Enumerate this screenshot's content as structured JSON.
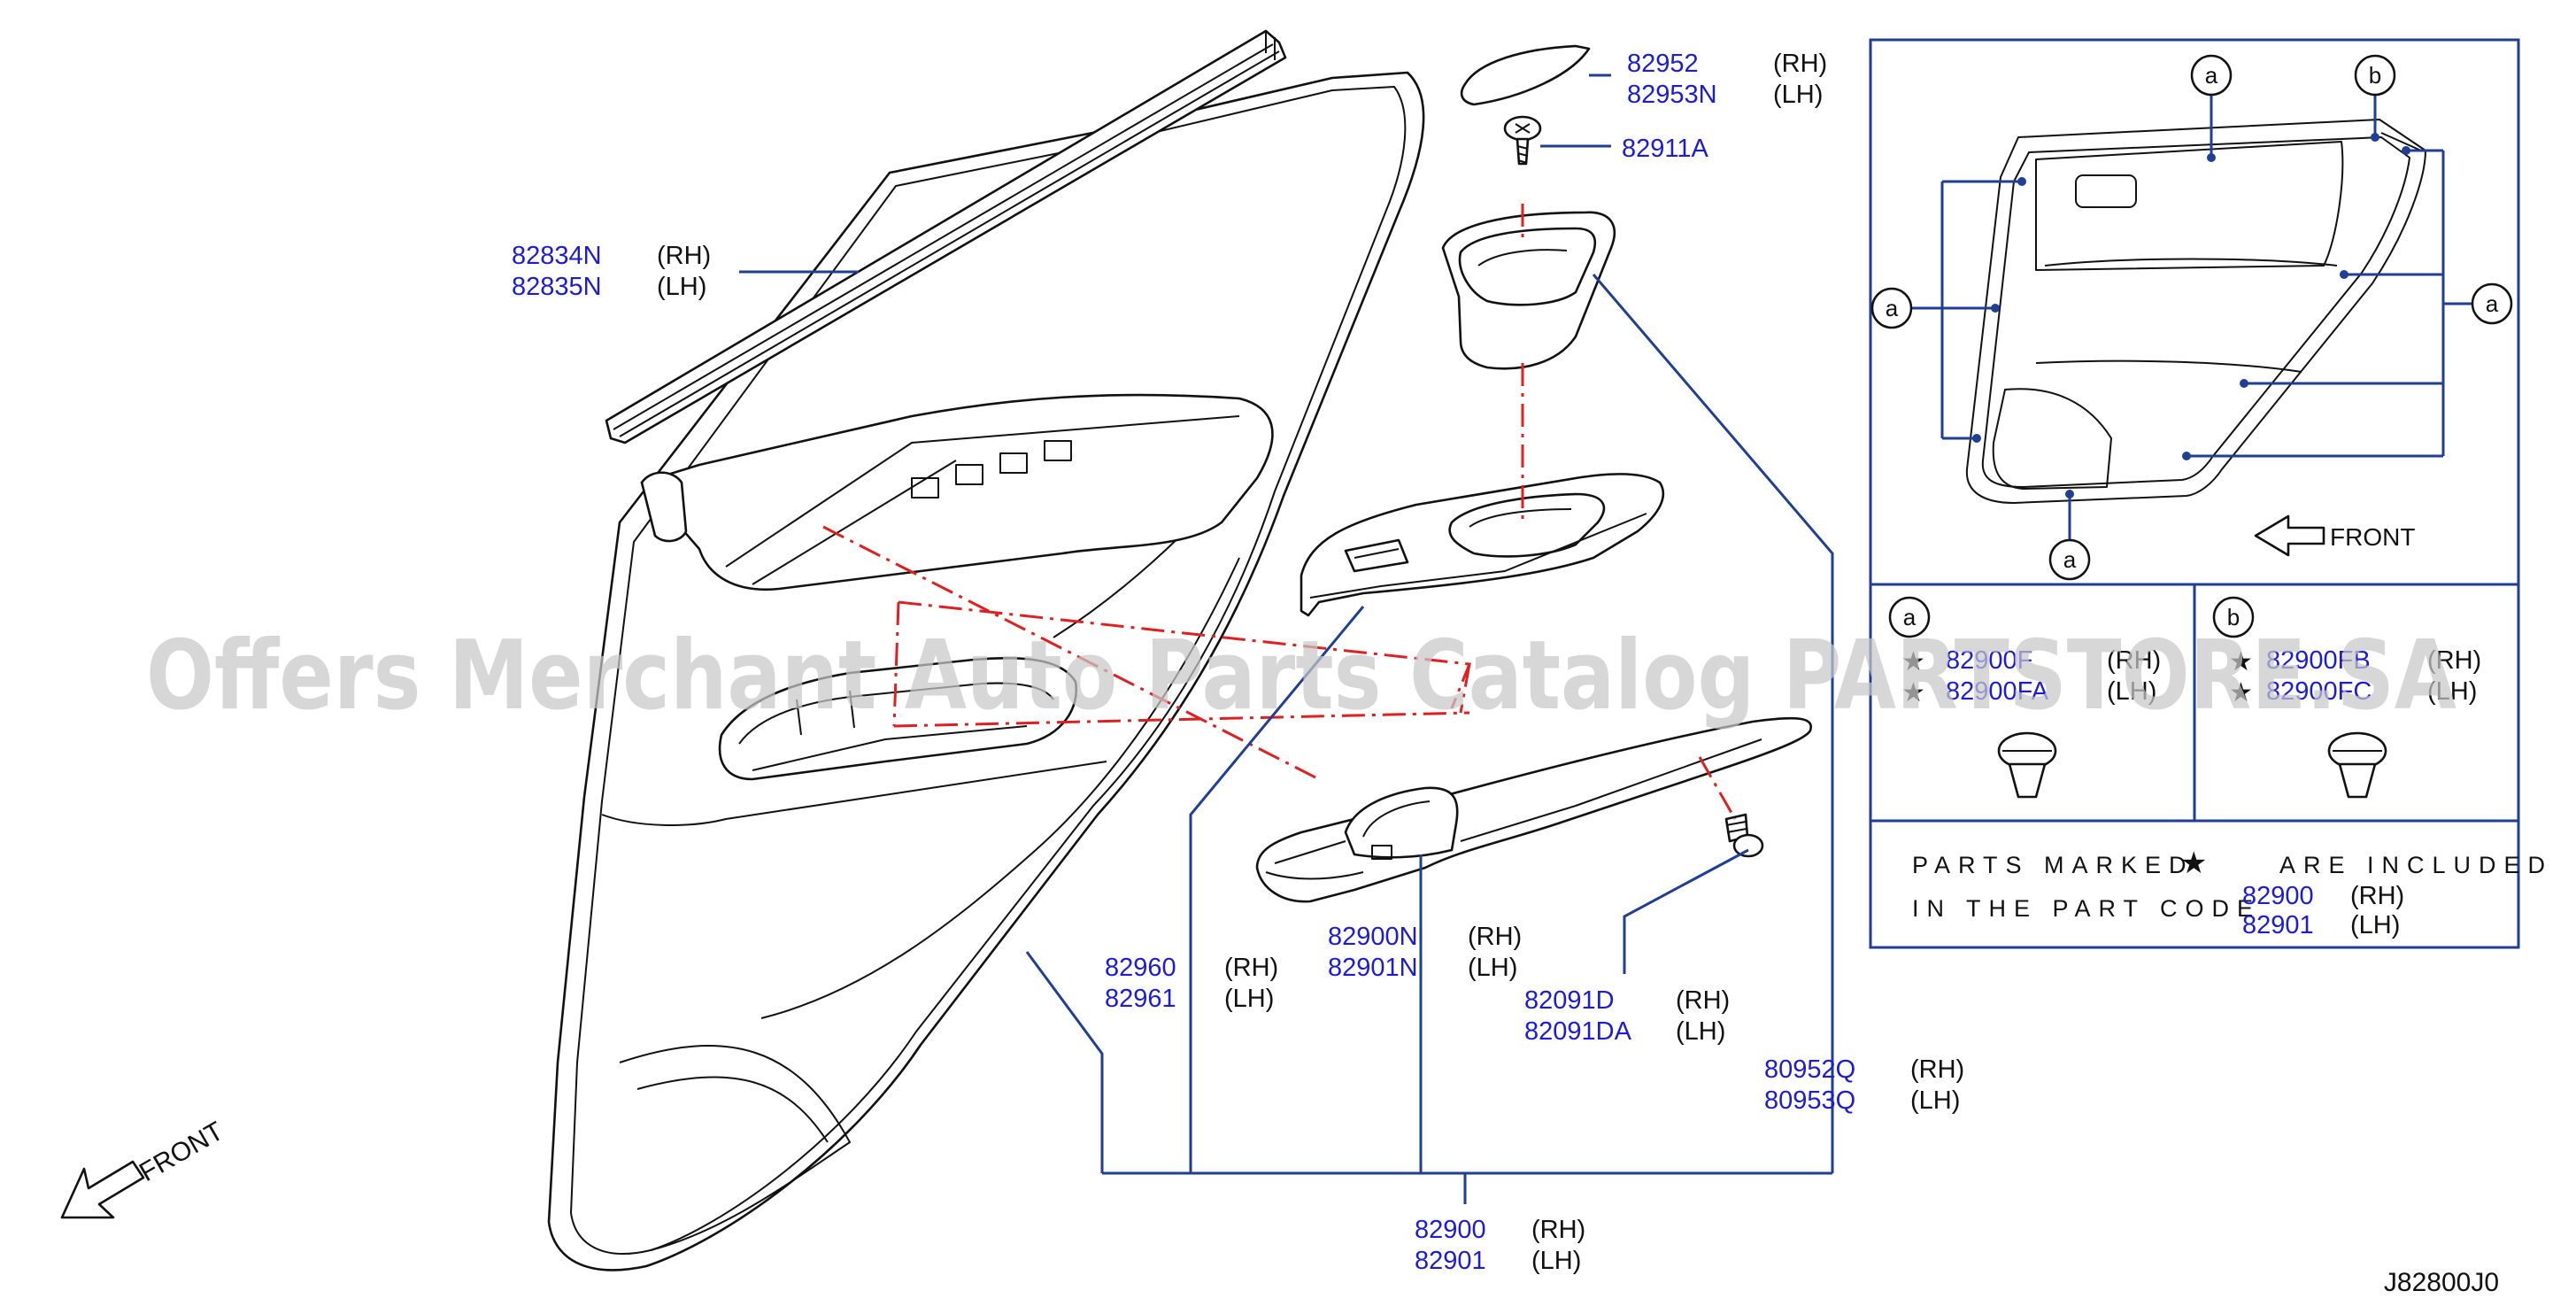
{
  "watermark": "Offers Merchant Auto Parts Catalog PARTSTORE.SA",
  "diagram_code": "J82800J0",
  "front_label": "FRONT",
  "parts": {
    "p82834": {
      "rh_no": "82834N",
      "rh": "(RH)",
      "lh_no": "82835N",
      "lh": "(LH)"
    },
    "p82952": {
      "rh_no": "82952",
      "rh": "(RH)",
      "lh_no": "82953N",
      "lh": "(LH)"
    },
    "p82911": {
      "no": "82911A"
    },
    "p82960": {
      "rh_no": "82960",
      "rh": "(RH)",
      "lh_no": "82961",
      "lh": "(LH)"
    },
    "p82900N": {
      "rh_no": "82900N",
      "rh": "(RH)",
      "lh_no": "82901N",
      "lh": "(LH)"
    },
    "p82091": {
      "rh_no": "82091D",
      "rh": "(RH)",
      "lh_no": "82091DA",
      "lh": "(LH)"
    },
    "p80952": {
      "rh_no": "80952Q",
      "rh": "(RH)",
      "lh_no": "80953Q",
      "lh": "(LH)"
    },
    "p82900": {
      "rh_no": "82900",
      "rh": "(RH)",
      "lh_no": "82901",
      "lh": "(LH)"
    }
  },
  "inset": {
    "callouts": {
      "a": "a",
      "b": "b"
    },
    "front_label": "FRONT",
    "clip_a": {
      "label": "a",
      "rh_no": "82900F",
      "rh": "(RH)",
      "lh_no": "82900FA",
      "lh": "(LH)"
    },
    "clip_b": {
      "label": "b",
      "rh_no": "82900FB",
      "rh": "(RH)",
      "lh_no": "82900FC",
      "lh": "(LH)"
    },
    "note": {
      "line1_a": "PARTS MARKED",
      "line1_b": "ARE INCLUDED",
      "line2": "IN THE PART CODE",
      "rh_no": "82900",
      "rh": "(RH)",
      "lh_no": "82901",
      "lh": "(LH)"
    }
  }
}
